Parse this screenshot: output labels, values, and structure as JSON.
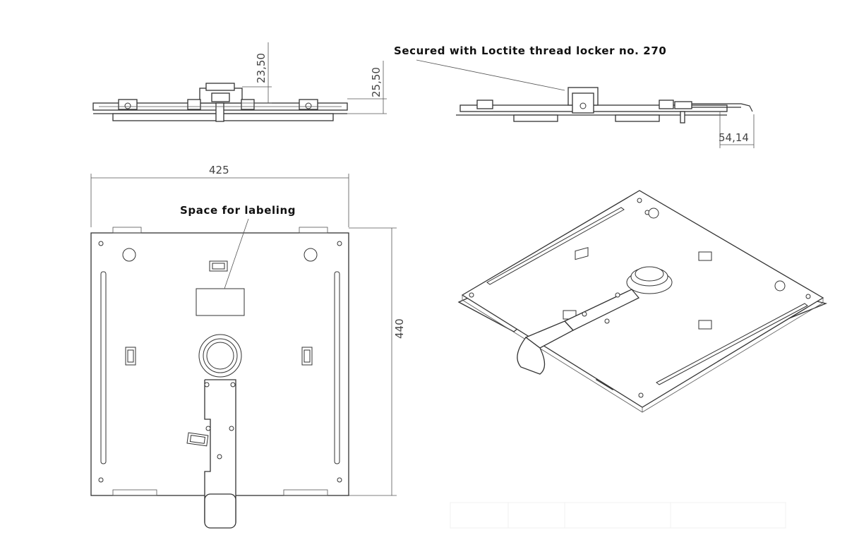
{
  "annotations": {
    "loctite_note": "Secured with Loctite thread locker no. 270",
    "labeling_note": "Space for labeling"
  },
  "dimensions": {
    "side_height_inner": "23,50",
    "side_height_outer": "25,50",
    "lever_offset": "54,14",
    "width": "425",
    "height": "440"
  },
  "colors": {
    "line": "#333333",
    "background": "#ffffff"
  }
}
